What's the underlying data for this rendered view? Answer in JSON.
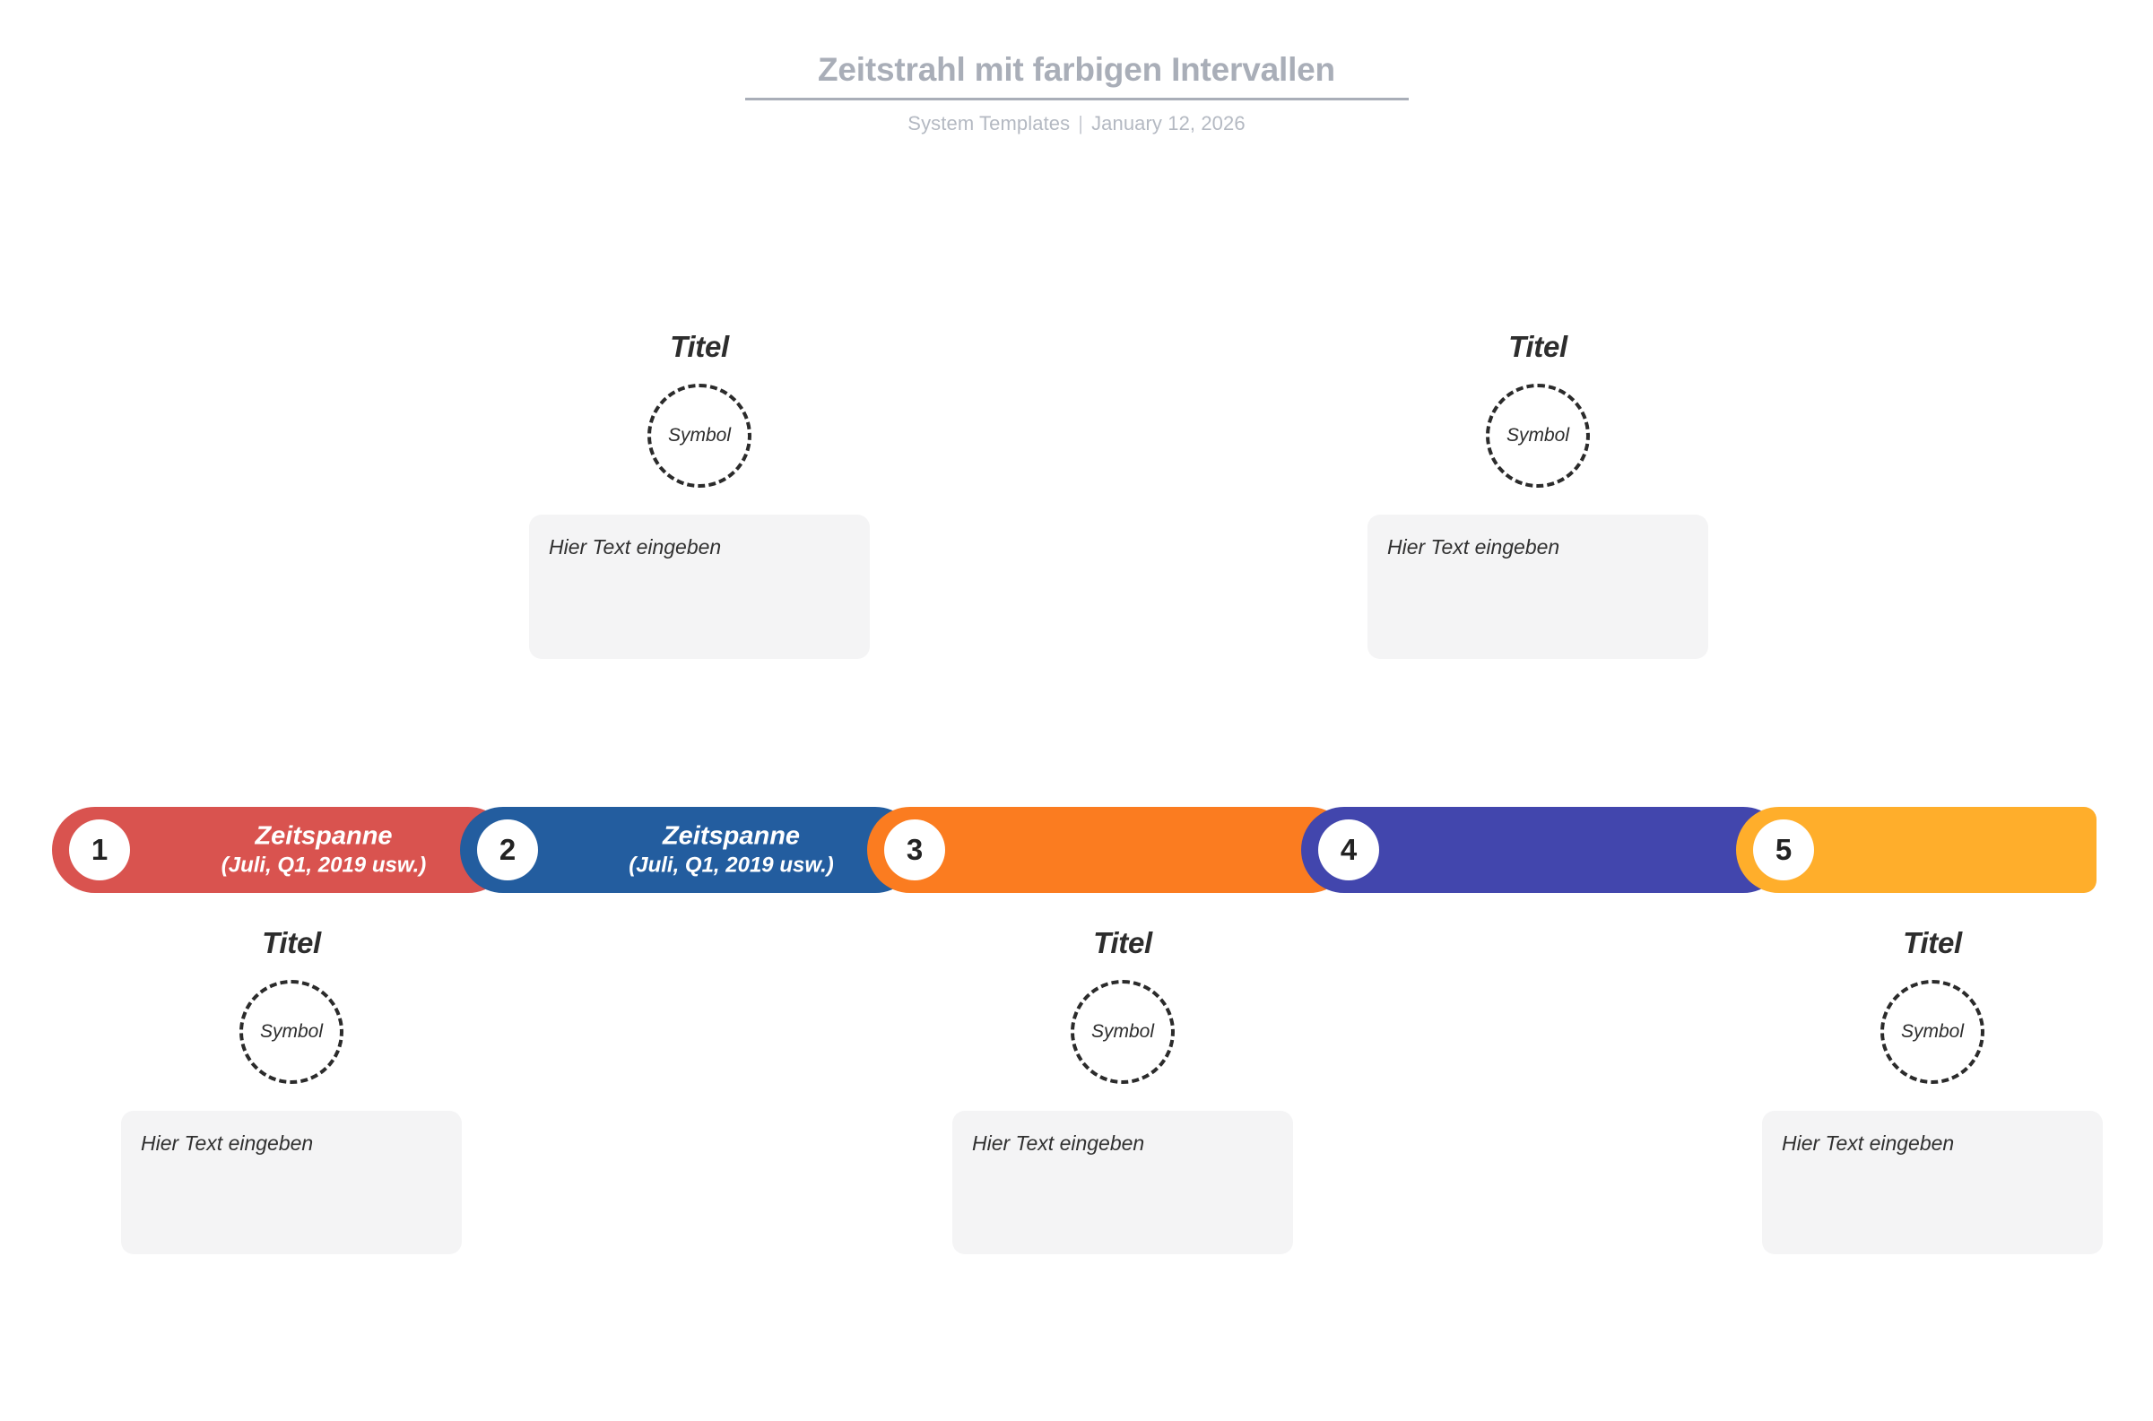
{
  "header": {
    "title": "Zeitstrahl mit farbigen Intervallen",
    "org": "System Templates",
    "separator": "|",
    "date": "January 12, 2026"
  },
  "timeline": {
    "segments": [
      {
        "number": "1",
        "color": "#d9534f",
        "label_line1": "Zeitspanne",
        "label_line2": "(Juli, Q1, 2019 usw.)",
        "has_label": true
      },
      {
        "number": "2",
        "color": "#235d9f",
        "label_line1": "Zeitspanne",
        "label_line2": "(Juli, Q1, 2019 usw.)",
        "has_label": true
      },
      {
        "number": "3",
        "color": "#fb7c20",
        "label_line1": "",
        "label_line2": "",
        "has_label": false
      },
      {
        "number": "4",
        "color": "#4246ad",
        "label_line1": "",
        "label_line2": "",
        "has_label": false
      },
      {
        "number": "5",
        "color": "#ffae2b",
        "label_line1": "",
        "label_line2": "",
        "has_label": false
      }
    ]
  },
  "cards": [
    {
      "id": "card-1",
      "position": "below",
      "title": "Titel",
      "symbol": "Symbol",
      "body_placeholder": "Hier Text eingeben"
    },
    {
      "id": "card-2",
      "position": "above",
      "title": "Titel",
      "symbol": "Symbol",
      "body_placeholder": "Hier Text eingeben"
    },
    {
      "id": "card-3",
      "position": "below",
      "title": "Titel",
      "symbol": "Symbol",
      "body_placeholder": "Hier Text eingeben"
    },
    {
      "id": "card-4",
      "position": "above",
      "title": "Titel",
      "symbol": "Symbol",
      "body_placeholder": "Hier Text eingeben"
    },
    {
      "id": "card-5",
      "position": "below",
      "title": "Titel",
      "symbol": "Symbol",
      "body_placeholder": "Hier Text eingeben"
    }
  ]
}
